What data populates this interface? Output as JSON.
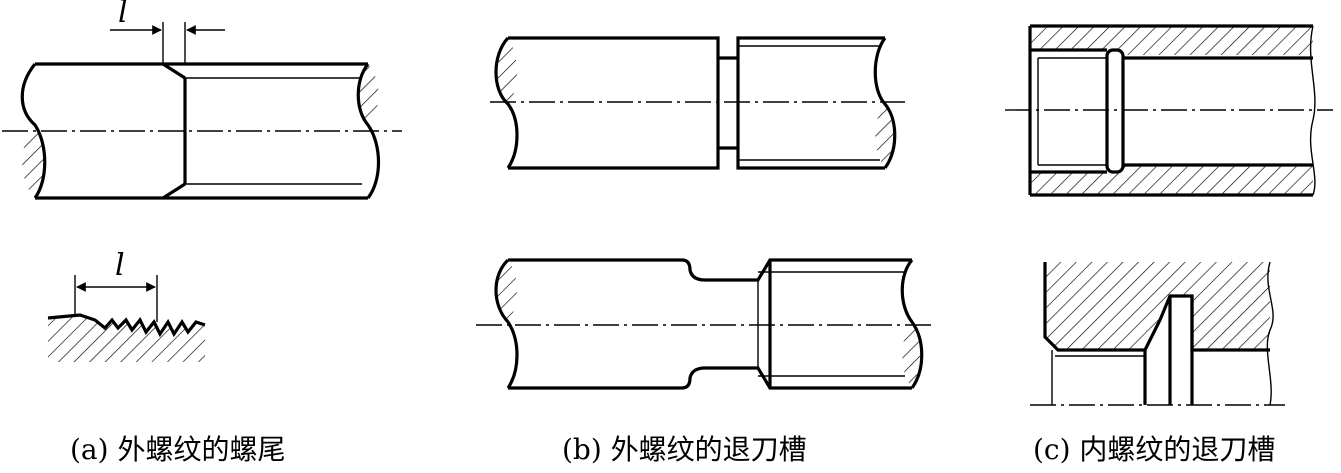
{
  "captions": {
    "a": "(a) 外螺纹的螺尾",
    "b": "(b) 外螺纹的退刀槽",
    "c": "(c) 内螺纹的退刀槽"
  },
  "dimension_label": "l",
  "colors": {
    "line": "#000000",
    "background": "#ffffff"
  }
}
